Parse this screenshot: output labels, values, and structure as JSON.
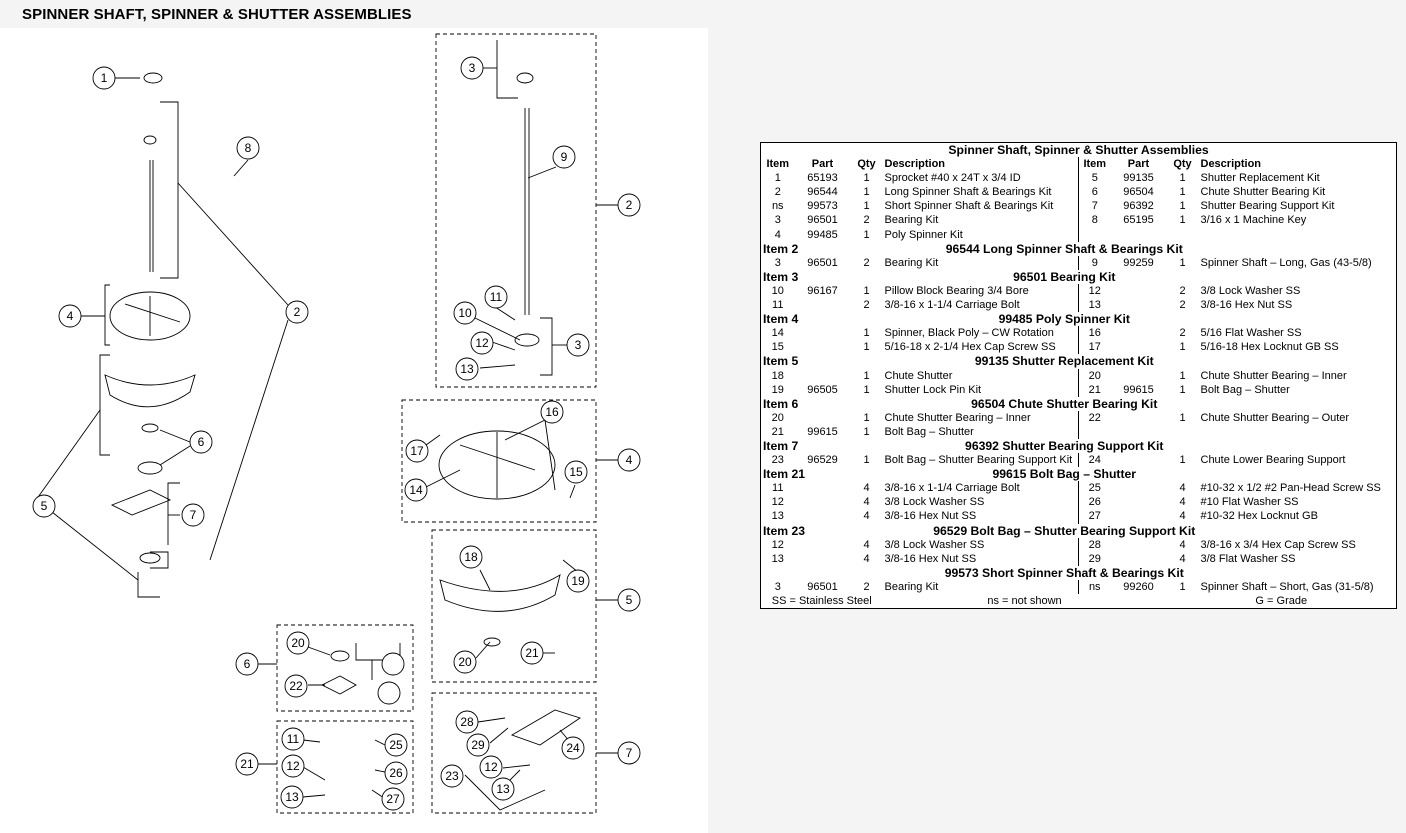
{
  "page_title": "SPINNER SHAFT, SPINNER & SHUTTER ASSEMBLIES",
  "table": {
    "title": "Spinner Shaft, Spinner & Shutter Assemblies",
    "headers": [
      "Item",
      "Part",
      "Qty",
      "Description",
      "Item",
      "Part",
      "Qty",
      "Description"
    ],
    "main_rows": [
      [
        "1",
        "65193",
        "1",
        "Sprocket #40 x 24T x 3/4 ID",
        "5",
        "99135",
        "1",
        "Shutter Replacement Kit"
      ],
      [
        "2",
        "96544",
        "1",
        "Long Spinner Shaft & Bearings Kit",
        "6",
        "96504",
        "1",
        "Chute Shutter Bearing Kit"
      ],
      [
        "ns",
        "99573",
        "1",
        "Short Spinner Shaft & Bearings Kit",
        "7",
        "96392",
        "1",
        "Shutter Bearing Support Kit"
      ],
      [
        "3",
        "96501",
        "2",
        "Bearing Kit",
        "8",
        "65195",
        "1",
        "3/16 x 1 Machine Key"
      ],
      [
        "4",
        "99485",
        "1",
        "Poly Spinner Kit",
        "",
        "",
        "",
        ""
      ]
    ],
    "sections": [
      {
        "item": "Item 2",
        "title": "96544  Long Spinner Shaft & Bearings Kit",
        "rows": [
          [
            "3",
            "96501",
            "2",
            "Bearing Kit",
            "9",
            "99259",
            "1",
            "Spinner Shaft – Long, Gas (43-5/8)"
          ]
        ]
      },
      {
        "item": "Item 3",
        "title": "96501  Bearing Kit",
        "rows": [
          [
            "10",
            "96167",
            "1",
            "Pillow Block Bearing 3/4 Bore",
            "12",
            "",
            "2",
            "3/8 Lock Washer SS"
          ],
          [
            "11",
            "",
            "2",
            "3/8-16 x 1-1/4 Carriage Bolt",
            "13",
            "",
            "2",
            "3/8-16 Hex Nut SS"
          ]
        ]
      },
      {
        "item": "Item 4",
        "title": "99485  Poly Spinner Kit",
        "rows": [
          [
            "14",
            "",
            "1",
            "Spinner, Black Poly – CW Rotation",
            "16",
            "",
            "2",
            "5/16 Flat Washer SS"
          ],
          [
            "15",
            "",
            "1",
            "5/16-18 x 2-1/4 Hex Cap Screw SS",
            "17",
            "",
            "1",
            "5/16-18 Hex Locknut GB SS"
          ]
        ]
      },
      {
        "item": "Item 5",
        "title": "99135  Shutter Replacement Kit",
        "rows": [
          [
            "18",
            "",
            "1",
            "Chute Shutter",
            "20",
            "",
            "1",
            "Chute Shutter Bearing – Inner"
          ],
          [
            "19",
            "96505",
            "1",
            "Shutter Lock Pin Kit",
            "21",
            "99615",
            "1",
            "Bolt Bag – Shutter"
          ]
        ]
      },
      {
        "item": "Item 6",
        "title": "96504  Chute Shutter Bearing Kit",
        "rows": [
          [
            "20",
            "",
            "1",
            "Chute Shutter Bearing – Inner",
            "22",
            "",
            "1",
            "Chute Shutter Bearing – Outer"
          ],
          [
            "21",
            "99615",
            "1",
            "Bolt Bag – Shutter",
            "",
            "",
            "",
            ""
          ]
        ]
      },
      {
        "item": "Item 7",
        "title": "96392  Shutter Bearing Support Kit",
        "rows": [
          [
            "23",
            "96529",
            "1",
            "Bolt Bag – Shutter Bearing Support Kit",
            "24",
            "",
            "1",
            "Chute Lower Bearing Support"
          ]
        ]
      },
      {
        "item": "Item 21",
        "title": "99615  Bolt Bag – Shutter",
        "rows": [
          [
            "11",
            "",
            "4",
            "3/8-16 x 1-1/4 Carriage Bolt",
            "25",
            "",
            "4",
            "#10-32 x 1/2 #2 Pan-Head Screw SS"
          ],
          [
            "12",
            "",
            "4",
            "3/8 Lock Washer SS",
            "26",
            "",
            "4",
            "#10 Flat Washer SS"
          ],
          [
            "13",
            "",
            "4",
            "3/8-16 Hex Nut SS",
            "27",
            "",
            "4",
            "#10-32 Hex Locknut GB"
          ]
        ]
      },
      {
        "item": "Item 23",
        "title": "96529  Bolt Bag – Shutter Bearing Support Kit",
        "rows": [
          [
            "12",
            "",
            "4",
            "3/8 Lock Washer SS",
            "28",
            "",
            "4",
            "3/8-16 x 3/4 Hex Cap Screw SS"
          ],
          [
            "13",
            "",
            "4",
            "3/8-16 Hex Nut SS",
            "29",
            "",
            "4",
            "3/8 Flat Washer SS"
          ]
        ]
      },
      {
        "item": "",
        "title": "99573  Short Spinner Shaft & Bearings Kit",
        "rows": [
          [
            "3",
            "96501",
            "2",
            "Bearing Kit",
            "ns",
            "99260",
            "1",
            "Spinner Shaft – Short, Gas (31-5/8)"
          ]
        ]
      }
    ],
    "footer": [
      "SS = Stainless Steel",
      "ns = not shown",
      "G = Grade"
    ]
  },
  "callouts": [
    "1",
    "2",
    "2",
    "2",
    "3",
    "3",
    "4",
    "4",
    "5",
    "5",
    "6",
    "6",
    "7",
    "7",
    "8",
    "9",
    "10",
    "11",
    "11",
    "12",
    "12",
    "12",
    "13",
    "13",
    "13",
    "14",
    "15",
    "16",
    "17",
    "18",
    "19",
    "20",
    "20",
    "21",
    "21",
    "21",
    "22",
    "23",
    "24",
    "25",
    "26",
    "27",
    "28",
    "29"
  ]
}
